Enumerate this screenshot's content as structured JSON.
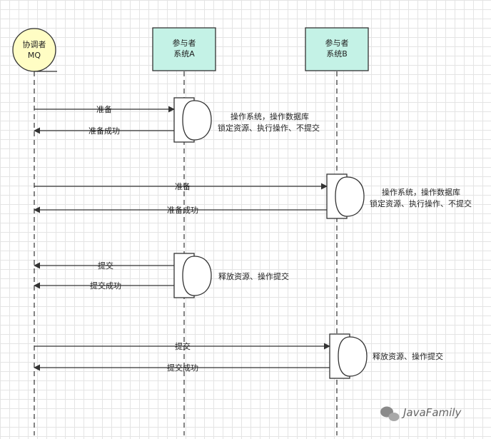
{
  "participants": {
    "coordinator": {
      "line1": "协调者",
      "line2": "MQ"
    },
    "a": {
      "line1": "参与者",
      "line2": "系统A"
    },
    "b": {
      "line1": "参与者",
      "line2": "系统B"
    }
  },
  "messages": {
    "m1": "准备",
    "m2": "准备成功",
    "m3": "准备",
    "m4": "准备成功",
    "m5": "提交",
    "m6": "提交成功",
    "m7": "提交",
    "m8": "提交成功"
  },
  "notes": {
    "n1": {
      "line1": "操作系统，操作数据库",
      "line2": "锁定资源、执行操作、不提交"
    },
    "n2": {
      "line1": "操作系统，操作数据库",
      "line2": "锁定资源、执行操作、不提交"
    },
    "n3": {
      "line1": "释放资源、操作提交"
    },
    "n4": {
      "line1": "释放资源、操作提交"
    }
  },
  "watermark": "JavaFamily",
  "colors": {
    "coordinator_fill": "#fffdc4",
    "participant_fill": "#c4f2e6",
    "line": "#333333"
  }
}
